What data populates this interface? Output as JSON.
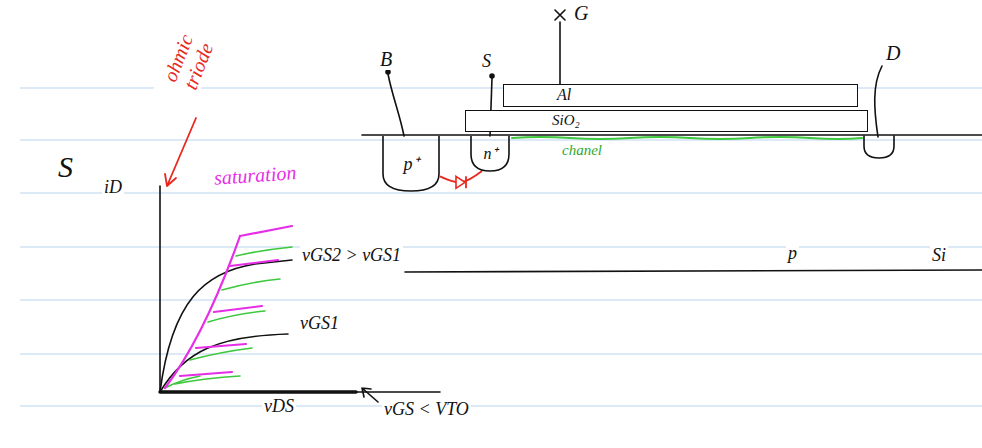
{
  "diagram": {
    "nodes": [
      {
        "text": [
          "Al"
        ]
      },
      {
        "text": [
          "SiO₂"
        ]
      },
      {
        "text": [
          "p⁺"
        ]
      },
      {
        "text": [
          "n⁺"
        ]
      }
    ],
    "edges": [
      {
        "from": 2,
        "to": 3,
        "arrow": "none"
      }
    ],
    "labels": [
      "G",
      "B",
      "S",
      "D",
      "chanel",
      "p",
      "Si",
      "ohmic triode",
      "iD",
      "saturation",
      "vGS2 > vGS1",
      "vGS1",
      "vDS",
      "vGS < VTO",
      "S"
    ]
  }
}
